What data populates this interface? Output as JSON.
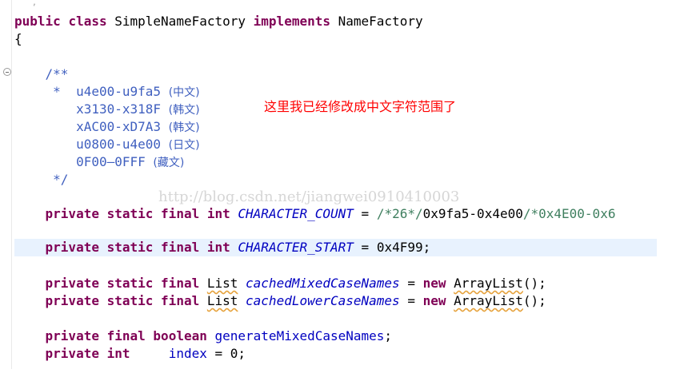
{
  "code": {
    "line1": {
      "kw1": "public",
      "kw2": "class",
      "name": "SimpleNameFactory",
      "kw3": "implements",
      "iface": "NameFactory"
    },
    "line2": "{",
    "javadoc": {
      "open": "/**",
      "r1": {
        "star": "*",
        "range": "u4e00-u9fa5",
        "label": "(中文)"
      },
      "r2": {
        "range": "x3130-x318F",
        "label": "(韩文)"
      },
      "r3": {
        "range": "xAC00-xD7A3",
        "label": "(韩文)"
      },
      "r4": {
        "range": "u0800-u4e00",
        "label": "(日文)"
      },
      "r5": {
        "range": "0F00—0FFF",
        "label": "(藏文)"
      },
      "close": "*/"
    },
    "count_line": {
      "k1": "private",
      "k2": "static",
      "k3": "final",
      "k4": "int",
      "field": "CHARACTER_COUNT",
      "eq": "=",
      "c1": "/*26*/",
      "expr": "0x9fa5-0x4e00",
      "c2": "/*0x4E00-0x6"
    },
    "start_line": {
      "k1": "private",
      "k2": "static",
      "k3": "final",
      "k4": "int",
      "field": "CHARACTER_START",
      "rest": "= 0x4F99;"
    },
    "mixed_line": {
      "k1": "private",
      "k2": "static",
      "k3": "final",
      "type": "List",
      "field": "cachedMixedCaseNames",
      "eq": "=",
      "knew": "new",
      "ctor": "ArrayList",
      "end": "();"
    },
    "lower_line": {
      "k1": "private",
      "k2": "static",
      "k3": "final",
      "type": "List",
      "field": "cachedLowerCaseNames",
      "eq": "=",
      "knew": "new",
      "ctor": "ArrayList",
      "end": "();"
    },
    "bool_line": {
      "k1": "private",
      "k2": "final",
      "k3": "boolean",
      "field": "generateMixedCaseNames",
      "end": ";"
    },
    "index_line": {
      "k1": "private",
      "k2": "int",
      "field": "index",
      "rest": "= 0;"
    }
  },
  "annotation": "这里我已经修改成中文字符范围了",
  "watermark": "http://blog.csdn.net/jiangwei0910410003",
  "colors": {
    "keyword": "#7f0055",
    "javadoc": "#3f5fbf",
    "comment": "#3f7f5f",
    "field": "#0000c0",
    "annotation": "#ff0000",
    "current_line": "#e8f2fe"
  },
  "icons": {
    "fold": "collapse-circle-icon"
  }
}
